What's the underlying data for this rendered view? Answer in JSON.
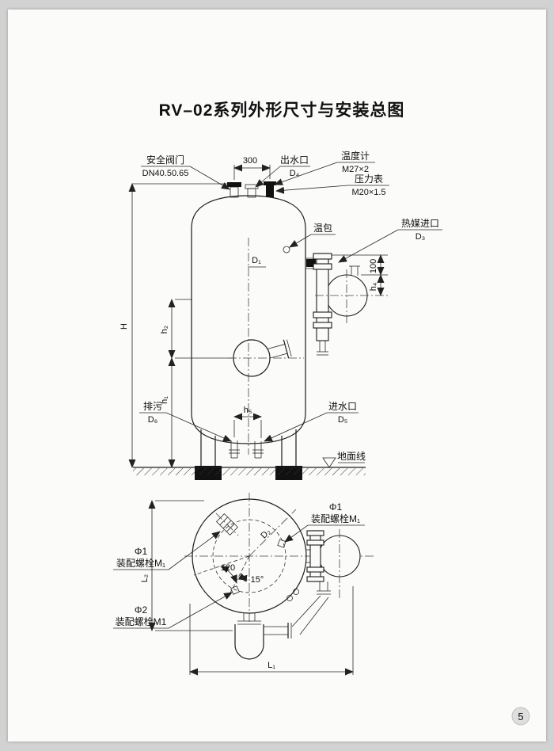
{
  "page": {
    "title": "RV–02系列外形尺寸与安装总图",
    "page_number": "5"
  },
  "front_view": {
    "safety_valve": {
      "name": "安全阀门",
      "spec": "DN40.50.65"
    },
    "top_dim": "300",
    "outlet": {
      "name": "出水口",
      "size": "D₄"
    },
    "thermometer": {
      "name": "温度计",
      "spec": "M27×2"
    },
    "pressure_gauge": {
      "name": "压力表",
      "spec": "M20×1.5"
    },
    "temp_bulb": {
      "name": "温包"
    },
    "heat_inlet": {
      "name": "热媒进口",
      "size": "D₃"
    },
    "drain": {
      "name": "排污",
      "size": "D₆"
    },
    "water_inlet": {
      "name": "进水口",
      "size": "D₅"
    },
    "ground": {
      "name": "地面线"
    },
    "dims": {
      "d100": "100",
      "h4": "h₄",
      "d1": "D₁",
      "H": "H",
      "h2": "h₂",
      "h1": "h₁",
      "h5": "h₅"
    }
  },
  "plan_view": {
    "bolt1_top": {
      "phi": "Φ1",
      "label": "装配螺栓M₁"
    },
    "bolt1_left": {
      "phi": "Φ1",
      "label": "装配螺栓M₁"
    },
    "bolt2": {
      "phi": "Φ2",
      "label": "装配螺栓M1"
    },
    "dims": {
      "angle120": "120",
      "angle15": "15°",
      "d2": "D₂",
      "l2": "L₂",
      "l1": "L₁"
    }
  }
}
